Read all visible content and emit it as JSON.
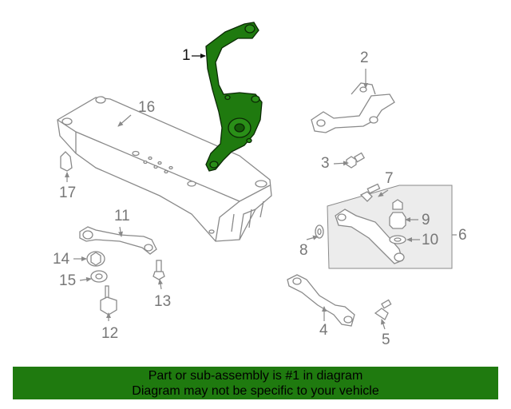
{
  "diagram": {
    "highlight_color": "#1f7a0f",
    "line_color": "#8a8a8a",
    "highlight_part": "1",
    "callouts": [
      "1",
      "2",
      "3",
      "4",
      "5",
      "6",
      "7",
      "8",
      "9",
      "10",
      "11",
      "12",
      "13",
      "14",
      "15",
      "16",
      "17"
    ]
  },
  "banner": {
    "line1": "Part or sub-assembly is #1 in diagram",
    "line2": "Diagram may not be specific to your vehicle",
    "background": "#1f7a0f"
  }
}
